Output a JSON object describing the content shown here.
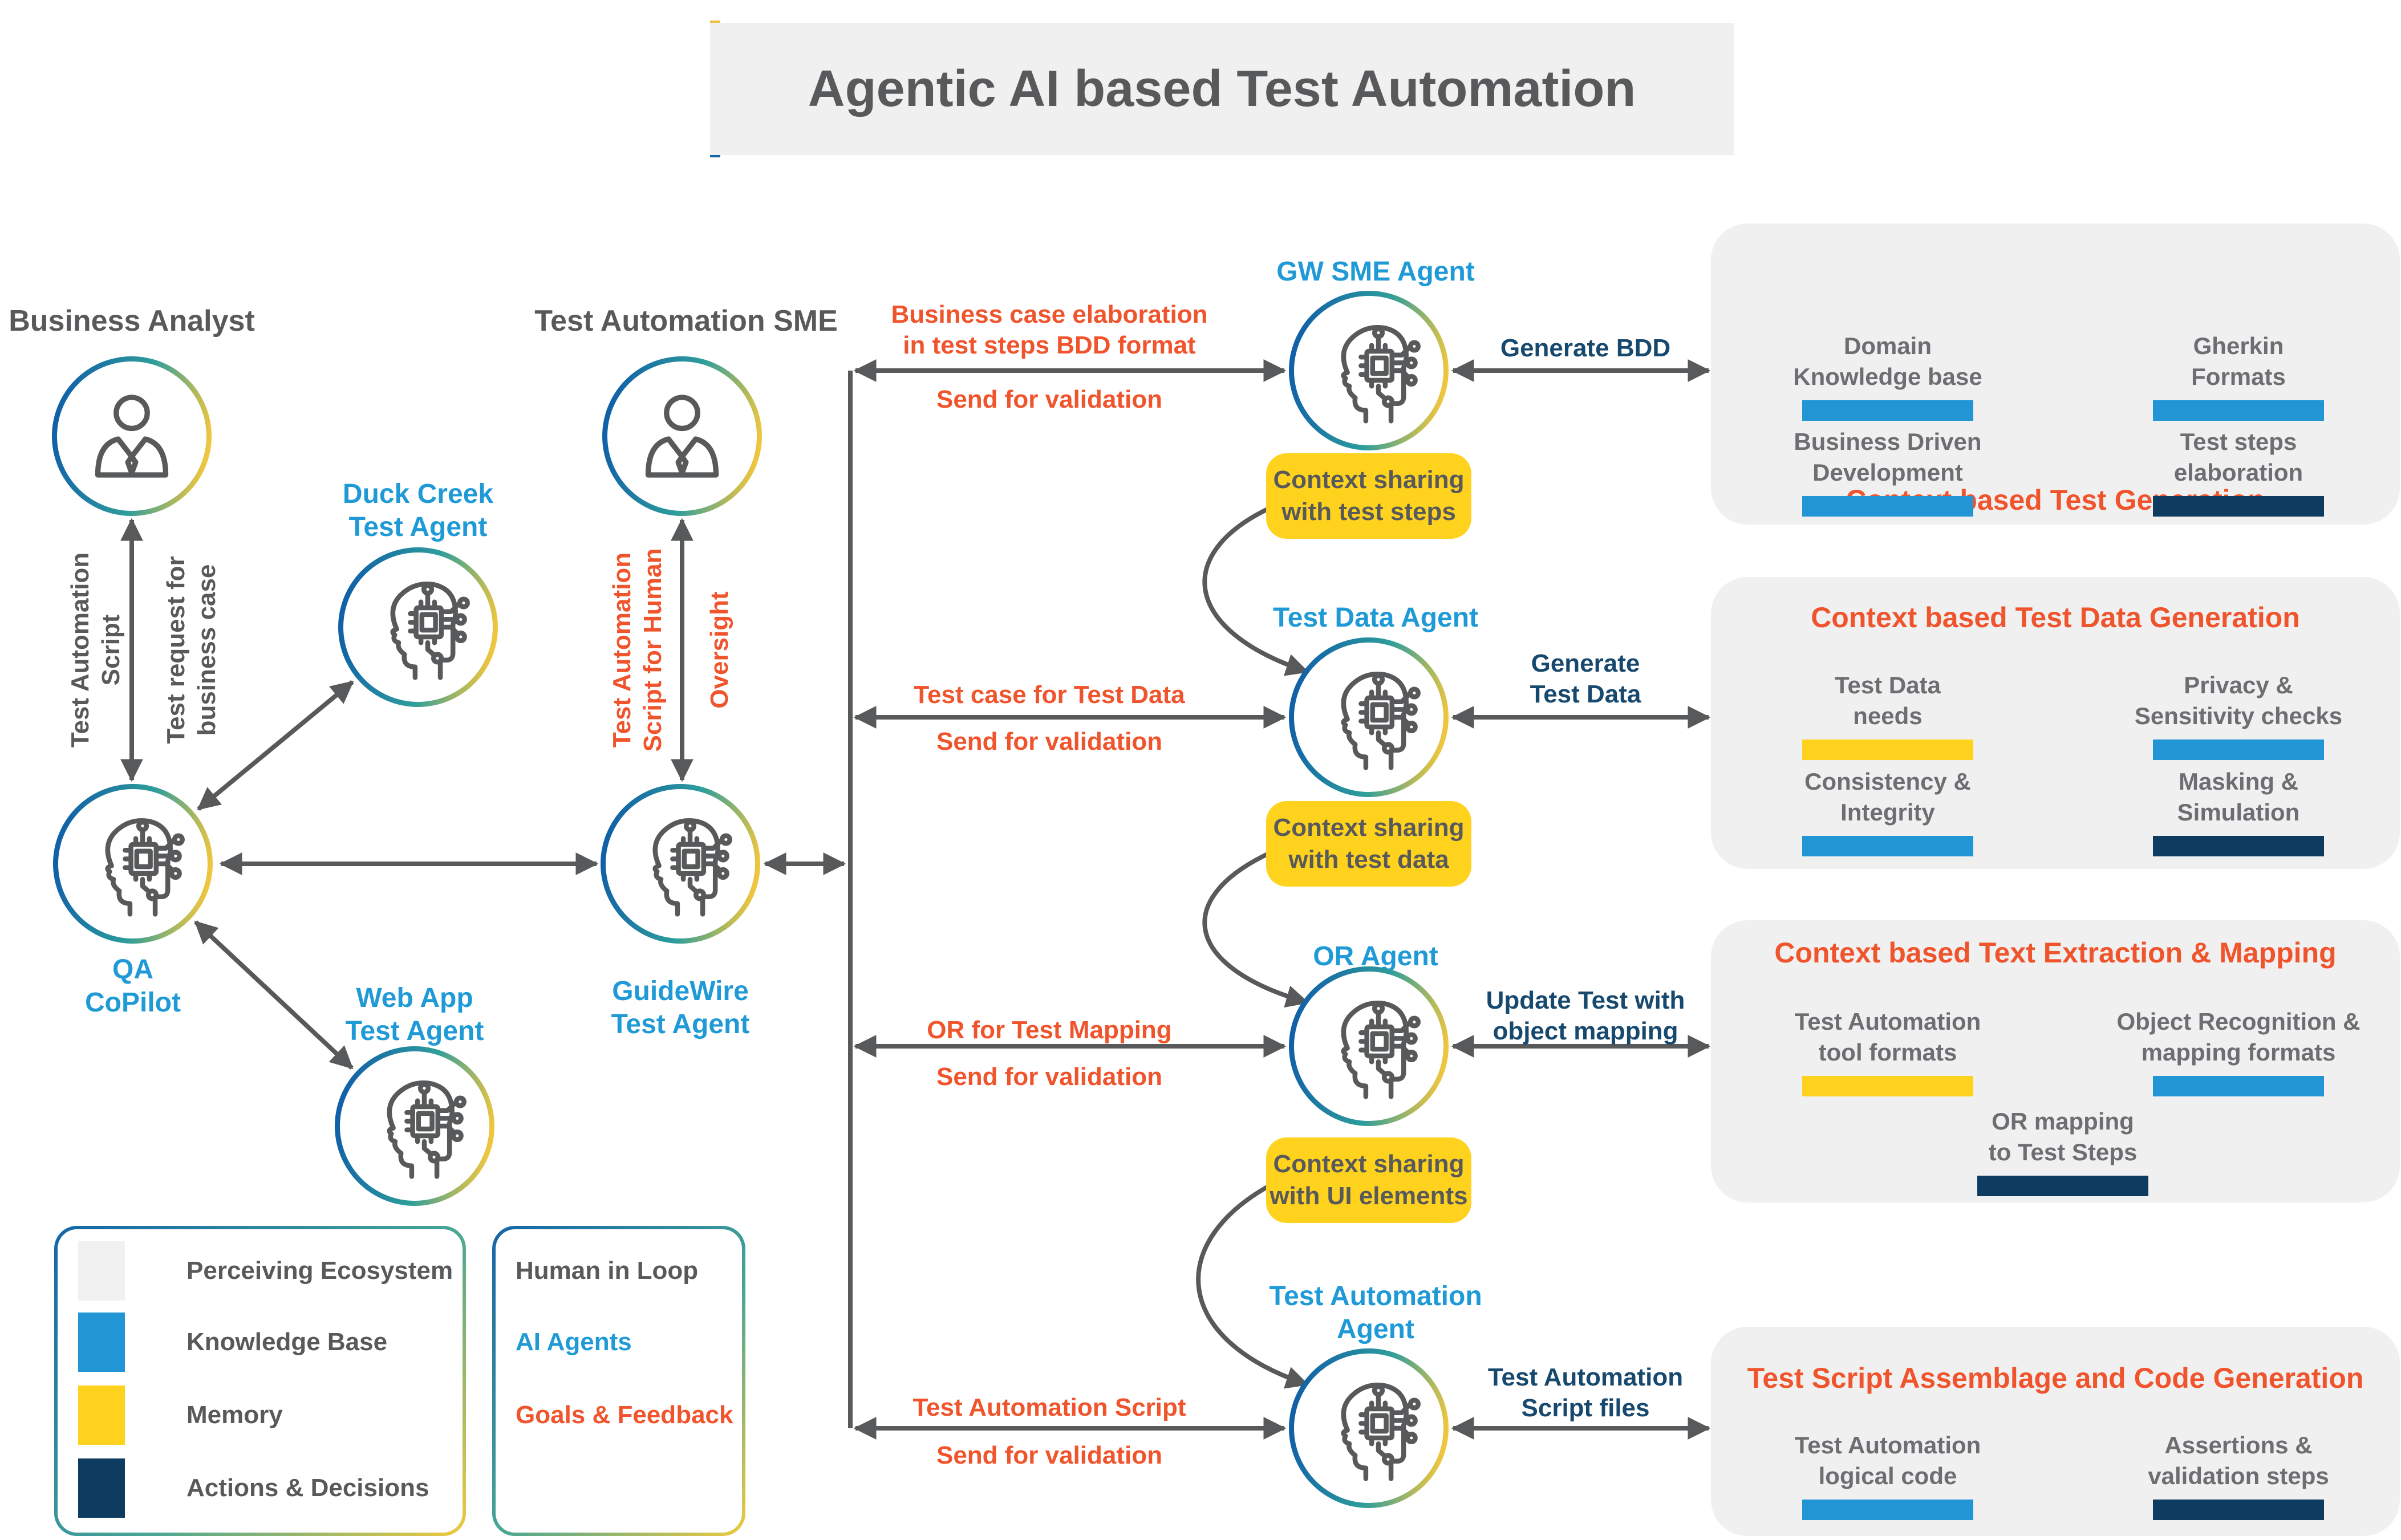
{
  "title": "Agentic AI based Test Automation",
  "colors": {
    "orange": "#F0542C",
    "blue": "#1F9AD7",
    "navy": "#17486E",
    "bar_blue": "#2296D4",
    "bar_navy": "#0E3C60",
    "yellow": "#FFD21E",
    "gray": "#58595B",
    "panel_gray": "#F0F0F1"
  },
  "agents": {
    "business_analyst": {
      "label": "Business Analyst"
    },
    "test_automation_sme": {
      "label": "Test Automation SME"
    },
    "duck_creek": {
      "line1": "Duck Creek",
      "line2": "Test Agent"
    },
    "qa_copilot": {
      "line1": "QA",
      "line2": "CoPilot"
    },
    "web_app": {
      "line1": "Web App",
      "line2": "Test Agent"
    },
    "guidewire": {
      "line1": "GuideWire",
      "line2": "Test Agent"
    },
    "gw_sme": {
      "label": "GW SME Agent"
    },
    "test_data": {
      "label": "Test Data Agent"
    },
    "or": {
      "label": "OR Agent"
    },
    "test_automation": {
      "line1": "Test Automation",
      "line2": "Agent"
    }
  },
  "edges": {
    "ba_qa": {
      "left_line1": "Test Automation",
      "left_line2": "Script",
      "right_line1": "Test request for",
      "right_line2": "business case"
    },
    "sme_gw": {
      "left_line1": "Test Automation",
      "left_line2": "Script for Human",
      "right": "Oversight"
    }
  },
  "flows": [
    {
      "label_top1": "Business case elaboration",
      "label_top2": "in test steps BDD format",
      "label_bottom": "Send for validation",
      "agent_action1": "Generate BDD",
      "agent_action2": "",
      "context_line1": "Context sharing",
      "context_line2": "with test steps"
    },
    {
      "label_top1": "Test case for Test Data",
      "label_bottom": "Send for validation",
      "agent_action1": "Generate",
      "agent_action2": "Test Data",
      "context_line1": "Context sharing",
      "context_line2": "with test data"
    },
    {
      "label_top1": "OR for Test Mapping",
      "label_bottom": "Send for validation",
      "agent_action1": "Update Test with",
      "agent_action2": "object mapping",
      "context_line1": "Context sharing",
      "context_line2": "with UI elements"
    },
    {
      "label_top1": "Test Automation Script",
      "label_bottom": "Send for validation",
      "agent_action1": "Test Automation",
      "agent_action2": "Script files"
    }
  ],
  "panels": [
    {
      "title": "Context based Test Generation",
      "items": [
        {
          "line1": "Domain",
          "line2": "Knowledge base",
          "bar": "blue"
        },
        {
          "line1": "Gherkin",
          "line2": "Formats",
          "bar": "blue"
        },
        {
          "line1": "Business Driven",
          "line2": "Development",
          "bar": "blue"
        },
        {
          "line1": "Test steps",
          "line2": "elaboration",
          "bar": "navy"
        }
      ]
    },
    {
      "title": "Context based Test Data Generation",
      "items": [
        {
          "line1": "Test Data",
          "line2": "needs",
          "bar": "yellow"
        },
        {
          "line1": "Privacy &",
          "line2": "Sensitivity checks",
          "bar": "blue"
        },
        {
          "line1": "Consistency &",
          "line2": "Integrity",
          "bar": "blue"
        },
        {
          "line1": "Masking &",
          "line2": "Simulation",
          "bar": "navy"
        }
      ]
    },
    {
      "title": "Context based Text Extraction & Mapping",
      "items": [
        {
          "line1": "Test Automation",
          "line2": "tool formats",
          "bar": "yellow"
        },
        {
          "line1": "Object Recognition &",
          "line2": "mapping formats",
          "bar": "blue"
        },
        {
          "line1": "OR mapping",
          "line2": "to Test Steps",
          "bar": "navy"
        }
      ]
    },
    {
      "title": "Test Script Assemblage and Code Generation",
      "items": [
        {
          "line1": "Test Automation",
          "line2": "logical code",
          "bar": "blue"
        },
        {
          "line1": "Assertions &",
          "line2": "validation steps",
          "bar": "navy"
        }
      ]
    }
  ],
  "legend": {
    "swatches": [
      {
        "label": "Perceiving Ecosystem",
        "color": "#F1F1F2"
      },
      {
        "label": "Knowledge Base",
        "color": "#2296D4"
      },
      {
        "label": "Memory",
        "color": "#FFD21E"
      },
      {
        "label": "Actions & Decisions",
        "color": "#0E3C60"
      }
    ],
    "roles": [
      {
        "label": "Human in Loop",
        "color": "#58595B"
      },
      {
        "label": "AI Agents",
        "color": "#1F9AD7"
      },
      {
        "label": "Goals & Feedback",
        "color": "#F0542C"
      }
    ]
  }
}
